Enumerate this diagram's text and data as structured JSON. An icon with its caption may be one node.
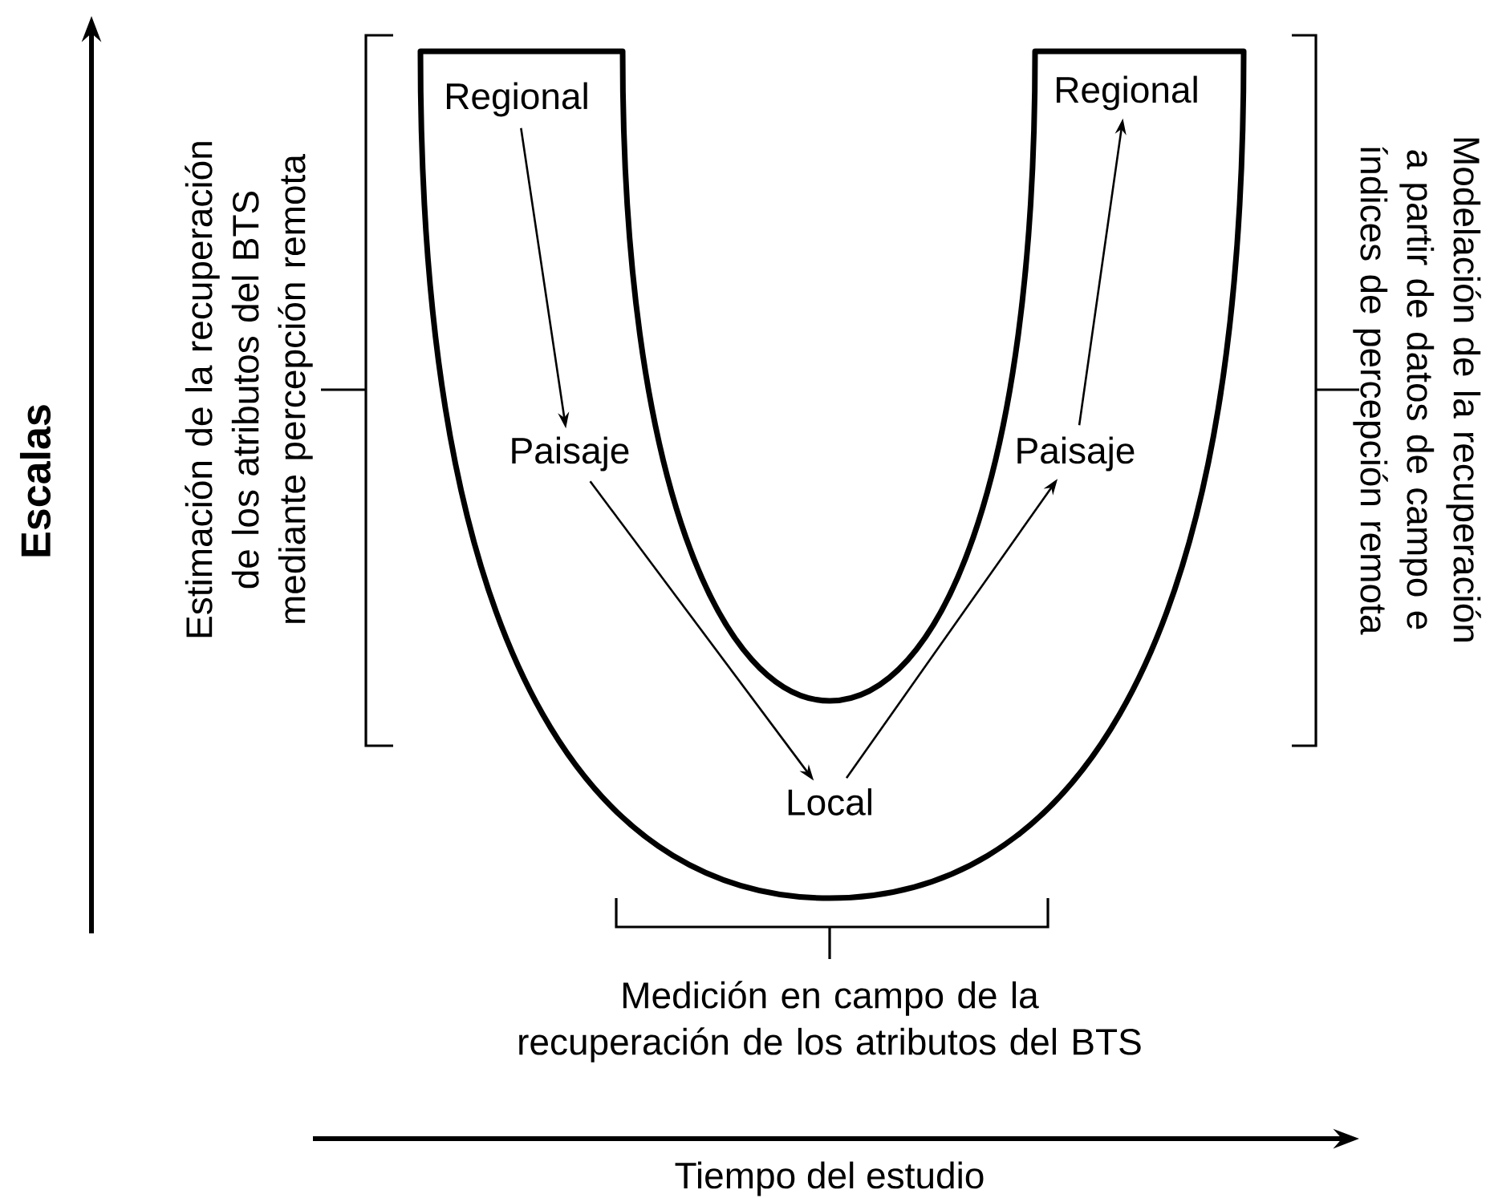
{
  "diagram": {
    "nodes": [
      {
        "text": [
          "Regional"
        ]
      },
      {
        "text": [
          "Paisaje"
        ]
      },
      {
        "text": [
          "Local"
        ]
      },
      {
        "text": [
          "Paisaje"
        ]
      },
      {
        "text": [
          "Regional"
        ]
      }
    ],
    "edges": [
      {
        "from": 0,
        "to": 1,
        "arrow": "to"
      },
      {
        "from": 1,
        "to": 2,
        "arrow": "to"
      },
      {
        "from": 2,
        "to": 3,
        "arrow": "to"
      },
      {
        "from": 3,
        "to": 4,
        "arrow": "to"
      }
    ],
    "labels": [
      "Escalas",
      "Estimación de la recuperación de los atributos del BTS mediante percepción remota",
      "Modelación de la recuperación a partir de datos de campo e índices de percepción remota",
      "Medición en campo de la recuperación de los atributos del BTS",
      "Tiempo del estudio"
    ]
  }
}
